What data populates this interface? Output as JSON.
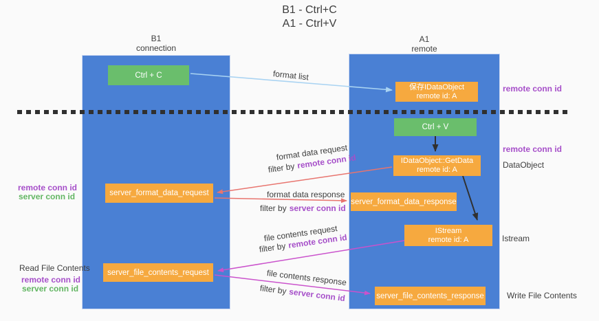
{
  "title": {
    "line1": "B1 - Ctrl+C",
    "line2": "A1 - Ctrl+V"
  },
  "columns": {
    "left": {
      "name": "B1",
      "role": "connection"
    },
    "right": {
      "name": "A1",
      "role": "remote"
    }
  },
  "nodes": {
    "ctrl_c": "Ctrl + C",
    "ctrl_v": "Ctrl + V",
    "save_idataobject": {
      "title": "保存IDataObject",
      "subtitle": "remote id: A"
    },
    "idataobject_getdata": {
      "title": "IDataObject::GetData",
      "subtitle": "remote id: A"
    },
    "istream": {
      "title": "IStream",
      "subtitle": "remote id: A"
    },
    "server_format_data_request": "server_format_data_request",
    "server_format_data_response": "server_format_data_response",
    "server_file_contents_request": "server_file_contents_request",
    "server_file_contents_response": "server_file_contents_response"
  },
  "flow": {
    "format_list": "format list",
    "format_data_request": "format data request",
    "format_data_response": "format data response",
    "file_contents_request": "file contents request",
    "file_contents_response": "file contents response",
    "filter_by": "filter by",
    "remote_conn_id": "remote conn id",
    "server_conn_id": "server conn id"
  },
  "side_labels": {
    "remote_conn_id": "remote conn id",
    "server_conn_id": "server conn id",
    "dataobject": "DataObject",
    "istream": "Istream",
    "write_file_contents": "Write File Contents",
    "read_file_contents": "Read File Contents"
  },
  "colors": {
    "bg": "#fafafa",
    "blue": "#4a80d4",
    "green": "#6abe6c",
    "orange": "#f6a93f",
    "purple": "#a64fc9",
    "green2": "#63b663",
    "salmon": "#e8746e",
    "magenta": "#ca52cc",
    "lightblue": "#a9d3f2",
    "black": "#303030",
    "dark": "#3d3d3d"
  }
}
